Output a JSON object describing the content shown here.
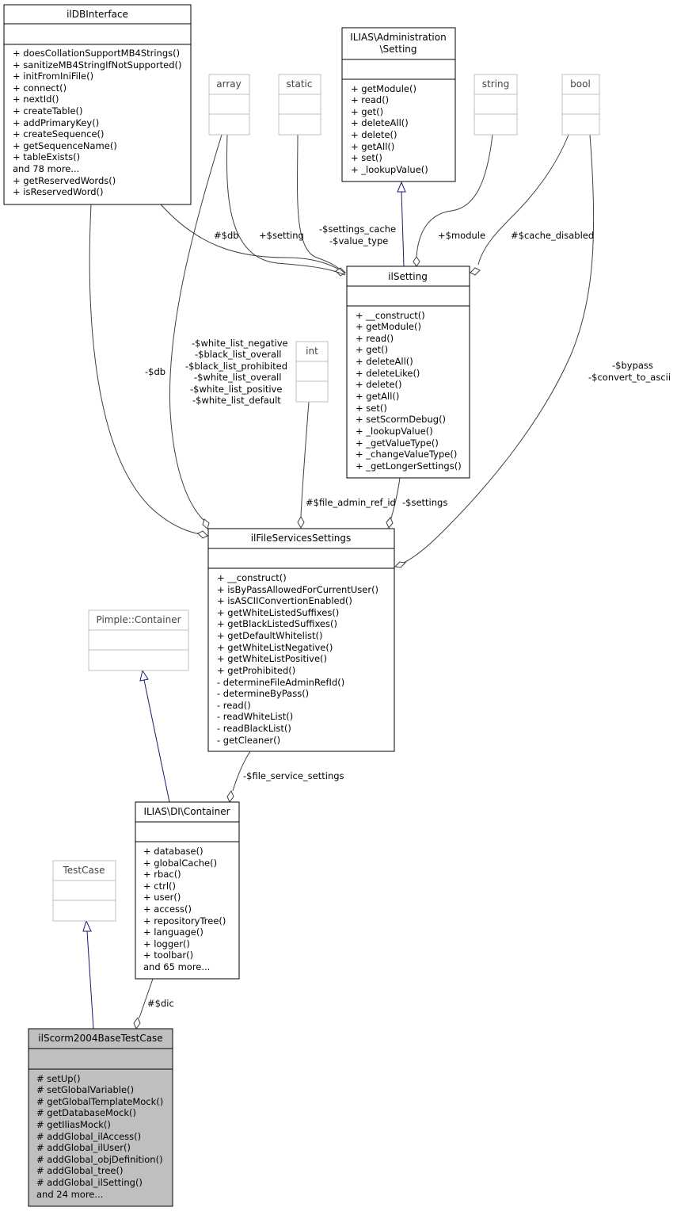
{
  "diagram": {
    "classes": {
      "ildbinterface": {
        "title": "ilDBInterface",
        "attributes": [],
        "methods": [
          "+ doesCollationSupportMB4Strings()",
          "+ sanitizeMB4StringIfNotSupported()",
          "+ initFromIniFile()",
          "+ connect()",
          "+ nextId()",
          "+ createTable()",
          "+ addPrimaryKey()",
          "+ createSequence()",
          "+ getSequenceName()",
          "+ tableExists()",
          "and 78 more...",
          "+ getReservedWords()",
          "+ isReservedWord()"
        ]
      },
      "array": {
        "title": "array"
      },
      "static": {
        "title": "static"
      },
      "admin_setting": {
        "title_lines": [
          "ILIAS\\Administration",
          "\\Setting"
        ],
        "methods": [
          "+ getModule()",
          "+ read()",
          "+ get()",
          "+ deleteAll()",
          "+ delete()",
          "+ getAll()",
          "+ set()",
          "+ _lookupValue()"
        ]
      },
      "string": {
        "title": "string"
      },
      "bool": {
        "title": "bool"
      },
      "ilsetting": {
        "title": "ilSetting",
        "methods": [
          "+ __construct()",
          "+ getModule()",
          "+ read()",
          "+ get()",
          "+ deleteAll()",
          "+ deleteLike()",
          "+ delete()",
          "+ getAll()",
          "+ set()",
          "+ setScormDebug()",
          "+ _lookupValue()",
          "+ _getValueType()",
          "+ _changeValueType()",
          "+ _getLongerSettings()"
        ]
      },
      "int": {
        "title": "int"
      },
      "filesettings": {
        "title": "ilFileServicesSettings",
        "methods": [
          "+ __construct()",
          "+ isByPassAllowedForCurrentUser()",
          "+ isASCIIConvertionEnabled()",
          "+ getWhiteListedSuffixes()",
          "+ getBlackListedSuffixes()",
          "+ getDefaultWhitelist()",
          "+ getWhiteListNegative()",
          "+ getWhiteListPositive()",
          "+ getProhibited()",
          "- determineFileAdminRefId()",
          "- determineByPass()",
          "- read()",
          "- readWhiteList()",
          "- readBlackList()",
          "- getCleaner()"
        ]
      },
      "pimple": {
        "title": "Pimple::Container"
      },
      "di_container": {
        "title": "ILIAS\\DI\\Container",
        "methods": [
          "+ database()",
          "+ globalCache()",
          "+ rbac()",
          "+ ctrl()",
          "+ user()",
          "+ access()",
          "+ repositoryTree()",
          "+ language()",
          "+ logger()",
          "+ toolbar()",
          "and 65 more..."
        ]
      },
      "testcase": {
        "title": "TestCase"
      },
      "basetestcase": {
        "title": "ilScorm2004BaseTestCase",
        "methods": [
          "# setUp()",
          "# setGlobalVariable()",
          "# getGlobalTemplateMock()",
          "# getDatabaseMock()",
          "# getIliasMock()",
          "# addGlobal_ilAccess()",
          "# addGlobal_ilUser()",
          "# addGlobal_objDefinition()",
          "# addGlobal_tree()",
          "# addGlobal_ilSetting()",
          "and 24 more..."
        ]
      }
    },
    "edge_labels": {
      "db_setting": "#$db",
      "setting_array": "+$setting",
      "settings_cache": [
        "-$settings_cache",
        "-$value_type"
      ],
      "module": "+$module",
      "cache_disabled": "#$cache_disabled",
      "db_files": "-$db",
      "white_lists": [
        "-$white_list_negative",
        "-$black_list_overall",
        "-$black_list_prohibited",
        "-$white_list_overall",
        "-$white_list_positive",
        "-$white_list_default"
      ],
      "bypass": [
        "-$bypass",
        "-$convert_to_ascii"
      ],
      "file_admin_ref_id": "#$file_admin_ref_id",
      "settings": "-$settings",
      "file_service_settings": "-$file_service_settings",
      "dic": "#$dic"
    }
  }
}
